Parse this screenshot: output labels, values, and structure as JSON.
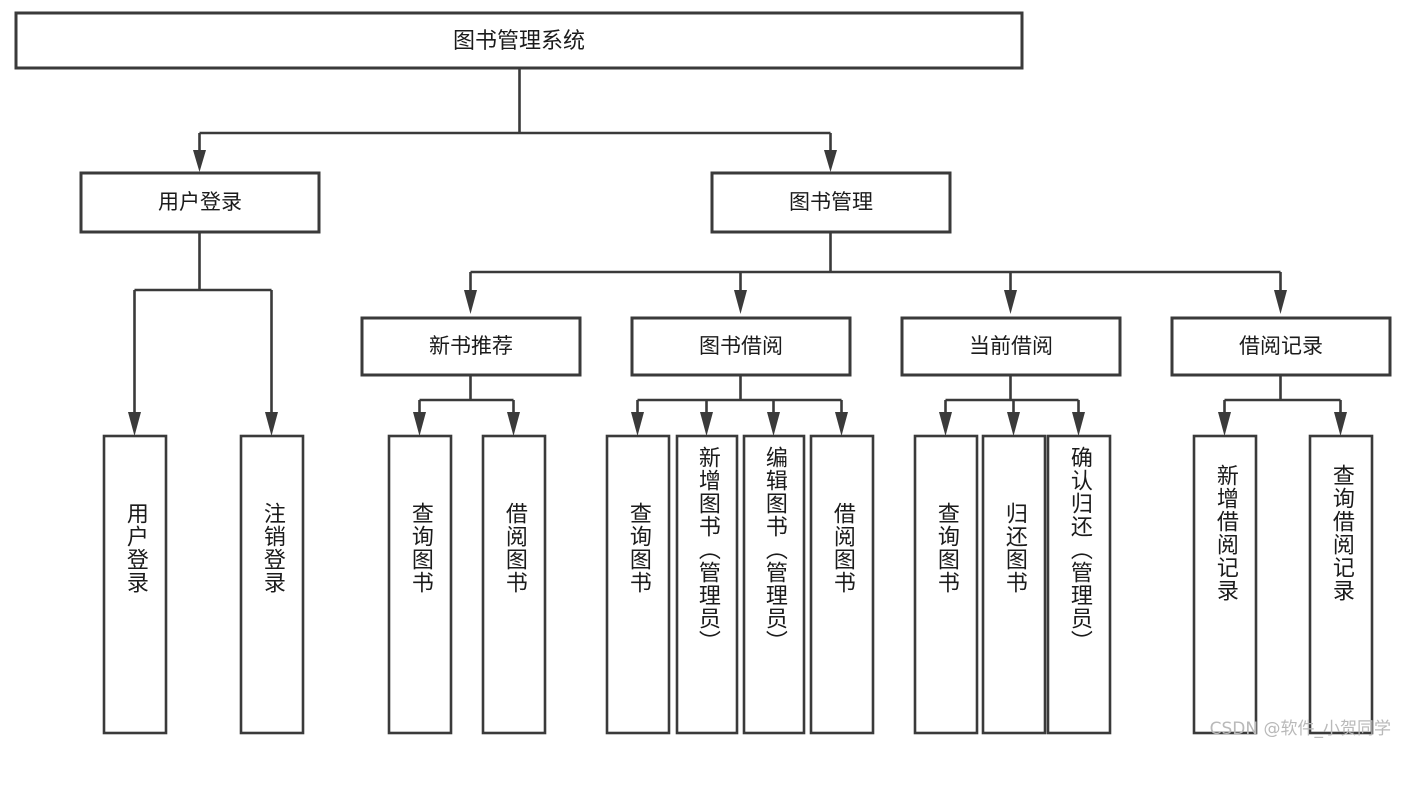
{
  "diagram": {
    "type": "tree-hierarchy",
    "title": "图书管理系统",
    "root": {
      "id": "root",
      "label": "图书管理系统"
    },
    "level2": [
      {
        "id": "user-login",
        "label": "用户登录"
      },
      {
        "id": "book-manage",
        "label": "图书管理"
      }
    ],
    "level3": [
      {
        "id": "new-book-rec",
        "label": "新书推荐",
        "parent": "book-manage"
      },
      {
        "id": "book-borrow",
        "label": "图书借阅",
        "parent": "book-manage"
      },
      {
        "id": "current-borrow",
        "label": "当前借阅",
        "parent": "book-manage"
      },
      {
        "id": "borrow-record",
        "label": "借阅记录",
        "parent": "book-manage"
      }
    ],
    "leaves": [
      {
        "id": "leaf-user-login",
        "label": "用户登录",
        "parent": "user-login"
      },
      {
        "id": "leaf-logout-login",
        "label": "注销登录",
        "parent": "user-login"
      },
      {
        "id": "leaf-query-book-1",
        "label": "查询图书",
        "parent": "new-book-rec"
      },
      {
        "id": "leaf-borrow-book-1",
        "label": "借阅图书",
        "parent": "new-book-rec"
      },
      {
        "id": "leaf-query-book-2",
        "label": "查询图书",
        "parent": "book-borrow"
      },
      {
        "id": "leaf-add-book",
        "label": "新增图书（管理员）",
        "parent": "book-borrow"
      },
      {
        "id": "leaf-edit-book",
        "label": "编辑图书（管理员）",
        "parent": "book-borrow"
      },
      {
        "id": "leaf-borrow-book-2",
        "label": "借阅图书",
        "parent": "book-borrow"
      },
      {
        "id": "leaf-query-book-3",
        "label": "查询图书",
        "parent": "current-borrow"
      },
      {
        "id": "leaf-return-book",
        "label": "归还图书",
        "parent": "current-borrow"
      },
      {
        "id": "leaf-confirm-return",
        "label": "确认归还（管理员）",
        "parent": "current-borrow"
      },
      {
        "id": "leaf-add-record",
        "label": "新增借阅记录",
        "parent": "borrow-record"
      },
      {
        "id": "leaf-query-record",
        "label": "查询借阅记录",
        "parent": "borrow-record"
      }
    ],
    "watermark": "CSDN @软件_小贺同学",
    "colors": {
      "box_stroke": "#3a3a3a",
      "box_fill": "#ffffff",
      "text": "#1b1b1b",
      "connector": "#3a3a3a",
      "watermark": "#b9b9b9",
      "background": "#ffffff"
    }
  }
}
